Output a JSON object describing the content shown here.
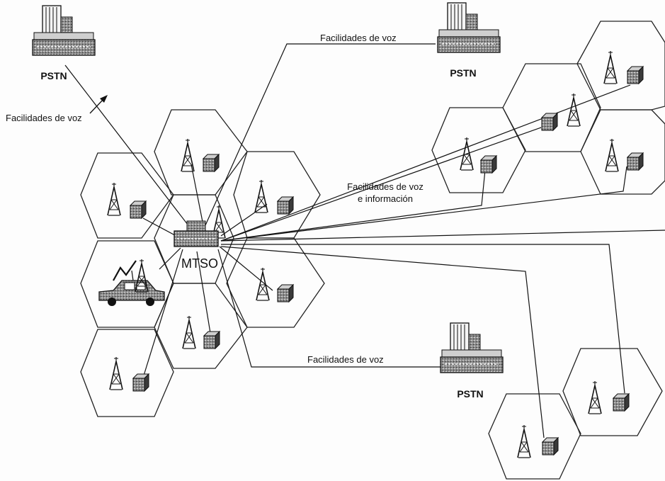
{
  "labels": {
    "pstn_top_left": "PSTN",
    "pstn_top_mid": "PSTN",
    "pstn_bottom": "PSTN",
    "voz_left": "Facilidades de voz",
    "voz_top": "Facilidades de voz",
    "voz_bottom": "Facilidades de voz",
    "voz_info_line1": "Facilidades de voz",
    "voz_info_line2": "e información",
    "mtso": "MTSO"
  },
  "colors": {
    "ink": "#111111",
    "box_dark": "#3a3a3a",
    "box_light": "#9a9a9a",
    "paper": "#fdfdfd"
  },
  "icons": [
    "cell-tower-icon",
    "base-station-box-icon",
    "pstn-building-icon",
    "mtso-switch-icon",
    "car-icon",
    "lightning-icon"
  ]
}
